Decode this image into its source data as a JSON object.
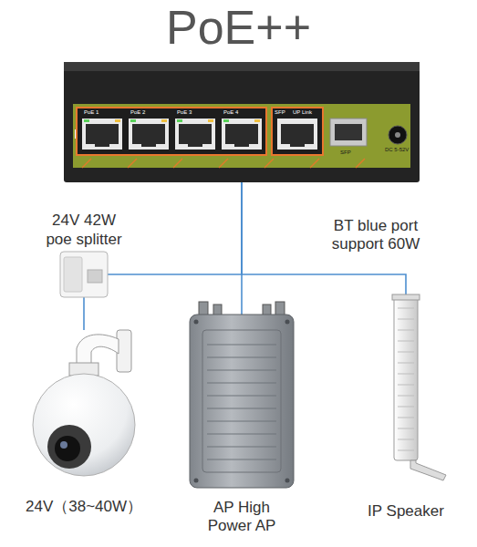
{
  "diagram": {
    "title": "PoE++",
    "nodes": [
      {
        "text": [
          "PoE 1",
          "PoE 2",
          "PoE 3",
          "PoE 4",
          "SFP",
          "UP Link",
          "SFP",
          "DC 5-52V"
        ]
      },
      {
        "text": [
          "24V 42W poe splitter"
        ]
      },
      {
        "text": [
          "24V（38~40W）"
        ]
      },
      {
        "text": [
          "AP High Power AP"
        ]
      },
      {
        "text": [
          "IP Speaker"
        ]
      }
    ],
    "edges": [
      {
        "from": 0,
        "to": 1,
        "arrow": "none"
      },
      {
        "from": 0,
        "to": 3,
        "arrow": "none"
      },
      {
        "from": 0,
        "to": 4,
        "arrow": "none"
      },
      {
        "from": 1,
        "to": 2,
        "arrow": "none"
      }
    ],
    "labels": [
      "BT blue port support 60W"
    ]
  }
}
